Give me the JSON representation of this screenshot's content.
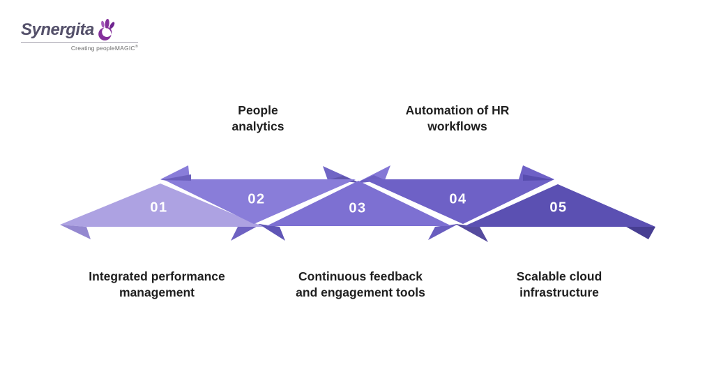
{
  "page": {
    "background": "#ffffff"
  },
  "logo": {
    "brand": "Synergita",
    "tagline": "Creating peopleMAGIC",
    "trademark": "®",
    "brand_color": "#54506a",
    "flame_primary": "#84309b",
    "flame_light": "#a55cba",
    "flame_dark": "#6f2590"
  },
  "diagram": {
    "number_color": "#ffffff",
    "label_color": "#1f1f1f",
    "steps": [
      {
        "number": "01",
        "title_lines": [
          "Integrated performance",
          "management"
        ],
        "title_position": "bottom",
        "color": "#ada2e2"
      },
      {
        "number": "02",
        "title_lines": [
          "People",
          "analytics"
        ],
        "title_position": "top",
        "color": "#897dd9"
      },
      {
        "number": "03",
        "title_lines": [
          "Continuous feedback",
          "and engagement tools"
        ],
        "title_position": "bottom",
        "color": "#7d70d2"
      },
      {
        "number": "04",
        "title_lines": [
          "Automation of HR",
          "workflows"
        ],
        "title_position": "top",
        "color": "#6e61c6"
      },
      {
        "number": "05",
        "title_lines": [
          "Scalable cloud",
          "infrastructure"
        ],
        "title_position": "bottom",
        "color": "#5b50b2"
      }
    ]
  }
}
